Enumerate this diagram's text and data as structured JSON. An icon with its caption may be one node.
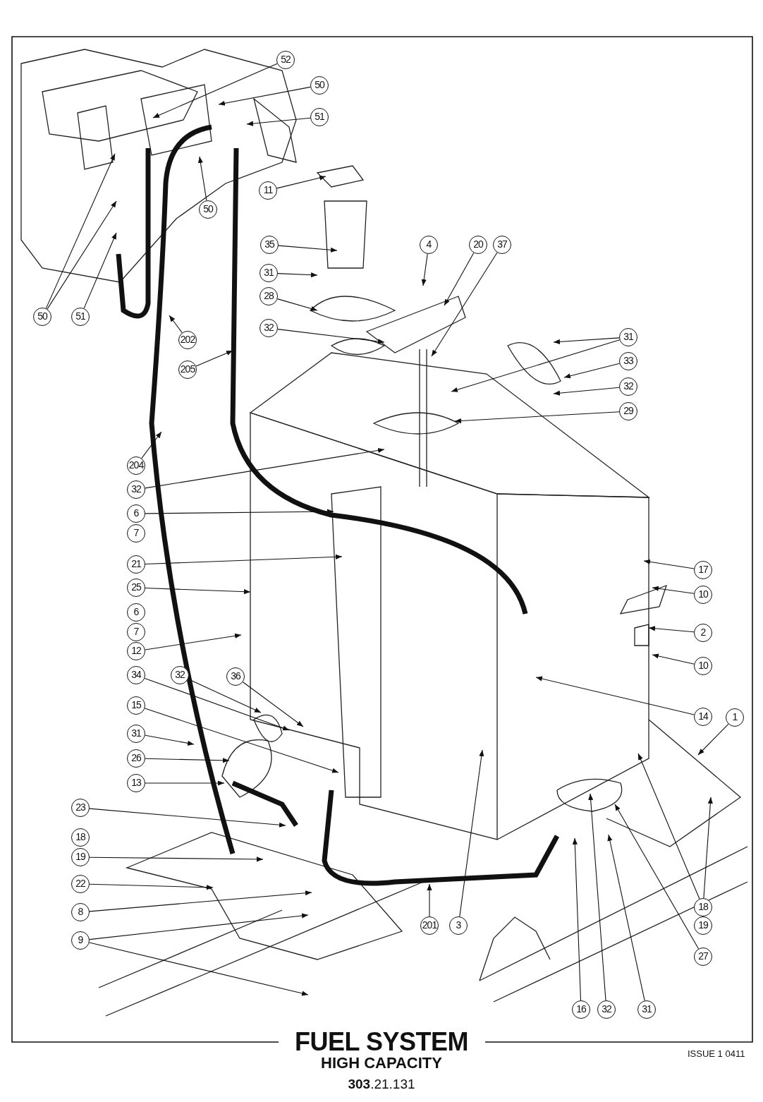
{
  "diagram": {
    "title": "FUEL SYSTEM",
    "nodes": [
      {
        "text": [
          "52"
        ]
      },
      {
        "text": [
          "50"
        ]
      },
      {
        "text": [
          "51"
        ]
      },
      {
        "text": [
          "11"
        ]
      },
      {
        "text": [
          "50"
        ]
      },
      {
        "text": [
          "35"
        ]
      },
      {
        "text": [
          "4"
        ]
      },
      {
        "text": [
          "20"
        ]
      },
      {
        "text": [
          "37"
        ]
      },
      {
        "text": [
          "31"
        ]
      },
      {
        "text": [
          "28"
        ]
      },
      {
        "text": [
          "31"
        ]
      },
      {
        "text": [
          "32"
        ]
      },
      {
        "text": [
          "50"
        ]
      },
      {
        "text": [
          "51"
        ]
      },
      {
        "text": [
          "202"
        ]
      },
      {
        "text": [
          "33"
        ]
      },
      {
        "text": [
          "205"
        ]
      },
      {
        "text": [
          "32"
        ]
      },
      {
        "text": [
          "29"
        ]
      },
      {
        "text": [
          "204"
        ]
      },
      {
        "text": [
          "32"
        ]
      },
      {
        "text": [
          "6"
        ]
      },
      {
        "text": [
          "21"
        ]
      },
      {
        "text": [
          "25"
        ]
      },
      {
        "text": [
          "17"
        ]
      },
      {
        "text": [
          "10"
        ]
      },
      {
        "text": [
          "12"
        ]
      },
      {
        "text": [
          "2"
        ]
      },
      {
        "text": [
          "10"
        ]
      },
      {
        "text": [
          "34"
        ]
      },
      {
        "text": [
          "32"
        ]
      },
      {
        "text": [
          "36"
        ]
      },
      {
        "text": [
          "14"
        ]
      },
      {
        "text": [
          "1"
        ]
      },
      {
        "text": [
          "15"
        ]
      },
      {
        "text": [
          "31"
        ]
      },
      {
        "text": [
          "26"
        ]
      },
      {
        "text": [
          "13"
        ]
      },
      {
        "text": [
          "23"
        ]
      },
      {
        "text": [
          "19"
        ]
      },
      {
        "text": [
          "22"
        ]
      },
      {
        "text": [
          "8"
        ]
      },
      {
        "text": [
          "9"
        ]
      },
      {
        "text": [
          "201"
        ]
      },
      {
        "text": [
          "3"
        ]
      },
      {
        "text": [
          "18"
        ]
      },
      {
        "text": [
          "27"
        ]
      },
      {
        "text": [
          "16"
        ]
      },
      {
        "text": [
          "32"
        ]
      },
      {
        "text": [
          "31"
        ]
      },
      {
        "text": [
          "7"
        ]
      },
      {
        "text": [
          "6"
        ]
      },
      {
        "text": [
          "7"
        ]
      },
      {
        "text": [
          "18"
        ]
      },
      {
        "text": [
          "19"
        ]
      }
    ],
    "edges": [
      {
        "from": 0,
        "to": null,
        "arrow": "to"
      },
      {
        "from": 1,
        "to": null,
        "arrow": "to"
      },
      {
        "from": 2,
        "to": null,
        "arrow": "to"
      },
      {
        "from": 3,
        "to": null,
        "arrow": "to"
      },
      {
        "from": 4,
        "to": null,
        "arrow": "to"
      },
      {
        "from": 5,
        "to": null,
        "arrow": "to"
      },
      {
        "from": 6,
        "to": null,
        "arrow": "to"
      },
      {
        "from": 7,
        "to": null,
        "arrow": "to"
      },
      {
        "from": 8,
        "to": null,
        "arrow": "to"
      },
      {
        "from": 9,
        "to": null,
        "arrow": "to"
      },
      {
        "from": 10,
        "to": null,
        "arrow": "to"
      },
      {
        "from": 11,
        "to": null,
        "arrow": "to"
      },
      {
        "from": 11,
        "to": null,
        "arrow": "to"
      },
      {
        "from": 12,
        "to": null,
        "arrow": "to"
      },
      {
        "from": 13,
        "to": null,
        "arrow": "to"
      },
      {
        "from": 13,
        "to": null,
        "arrow": "to"
      },
      {
        "from": 14,
        "to": null,
        "arrow": "to"
      },
      {
        "from": 15,
        "to": null,
        "arrow": "to"
      },
      {
        "from": 16,
        "to": null,
        "arrow": "to"
      },
      {
        "from": 17,
        "to": null,
        "arrow": "to"
      },
      {
        "from": 18,
        "to": null,
        "arrow": "to"
      },
      {
        "from": 19,
        "to": null,
        "arrow": "to"
      },
      {
        "from": 20,
        "to": null,
        "arrow": "to"
      },
      {
        "from": 21,
        "to": null,
        "arrow": "to"
      },
      {
        "from": 22,
        "to": null,
        "arrow": "to"
      },
      {
        "from": 23,
        "to": null,
        "arrow": "to"
      },
      {
        "from": 24,
        "to": null,
        "arrow": "to"
      },
      {
        "from": 25,
        "to": null,
        "arrow": "to"
      },
      {
        "from": 26,
        "to": null,
        "arrow": "to"
      },
      {
        "from": 27,
        "to": null,
        "arrow": "to"
      },
      {
        "from": 28,
        "to": null,
        "arrow": "to"
      },
      {
        "from": 29,
        "to": null,
        "arrow": "to"
      },
      {
        "from": 30,
        "to": null,
        "arrow": "to"
      },
      {
        "from": 31,
        "to": null,
        "arrow": "to"
      },
      {
        "from": 32,
        "to": null,
        "arrow": "to"
      },
      {
        "from": 33,
        "to": null,
        "arrow": "to"
      },
      {
        "from": 34,
        "to": null,
        "arrow": "to"
      },
      {
        "from": 35,
        "to": null,
        "arrow": "to"
      },
      {
        "from": 36,
        "to": null,
        "arrow": "to"
      },
      {
        "from": 37,
        "to": null,
        "arrow": "to"
      },
      {
        "from": 38,
        "to": null,
        "arrow": "to"
      },
      {
        "from": 39,
        "to": null,
        "arrow": "to"
      },
      {
        "from": 40,
        "to": null,
        "arrow": "to"
      },
      {
        "from": 41,
        "to": null,
        "arrow": "to"
      },
      {
        "from": 42,
        "to": null,
        "arrow": "to"
      },
      {
        "from": 43,
        "to": null,
        "arrow": "to"
      },
      {
        "from": 43,
        "to": null,
        "arrow": "to"
      },
      {
        "from": 44,
        "to": null,
        "arrow": "to"
      },
      {
        "from": 45,
        "to": null,
        "arrow": "to"
      },
      {
        "from": 46,
        "to": null,
        "arrow": "to"
      },
      {
        "from": 46,
        "to": null,
        "arrow": "to"
      },
      {
        "from": 47,
        "to": null,
        "arrow": "to"
      },
      {
        "from": 48,
        "to": null,
        "arrow": "to"
      },
      {
        "from": 49,
        "to": null,
        "arrow": "to"
      },
      {
        "from": 50,
        "to": null,
        "arrow": "to"
      }
    ],
    "labels": [
      "HIGH CAPACITY",
      "**303**.21.131",
      "ISSUE 1 0411"
    ]
  }
}
